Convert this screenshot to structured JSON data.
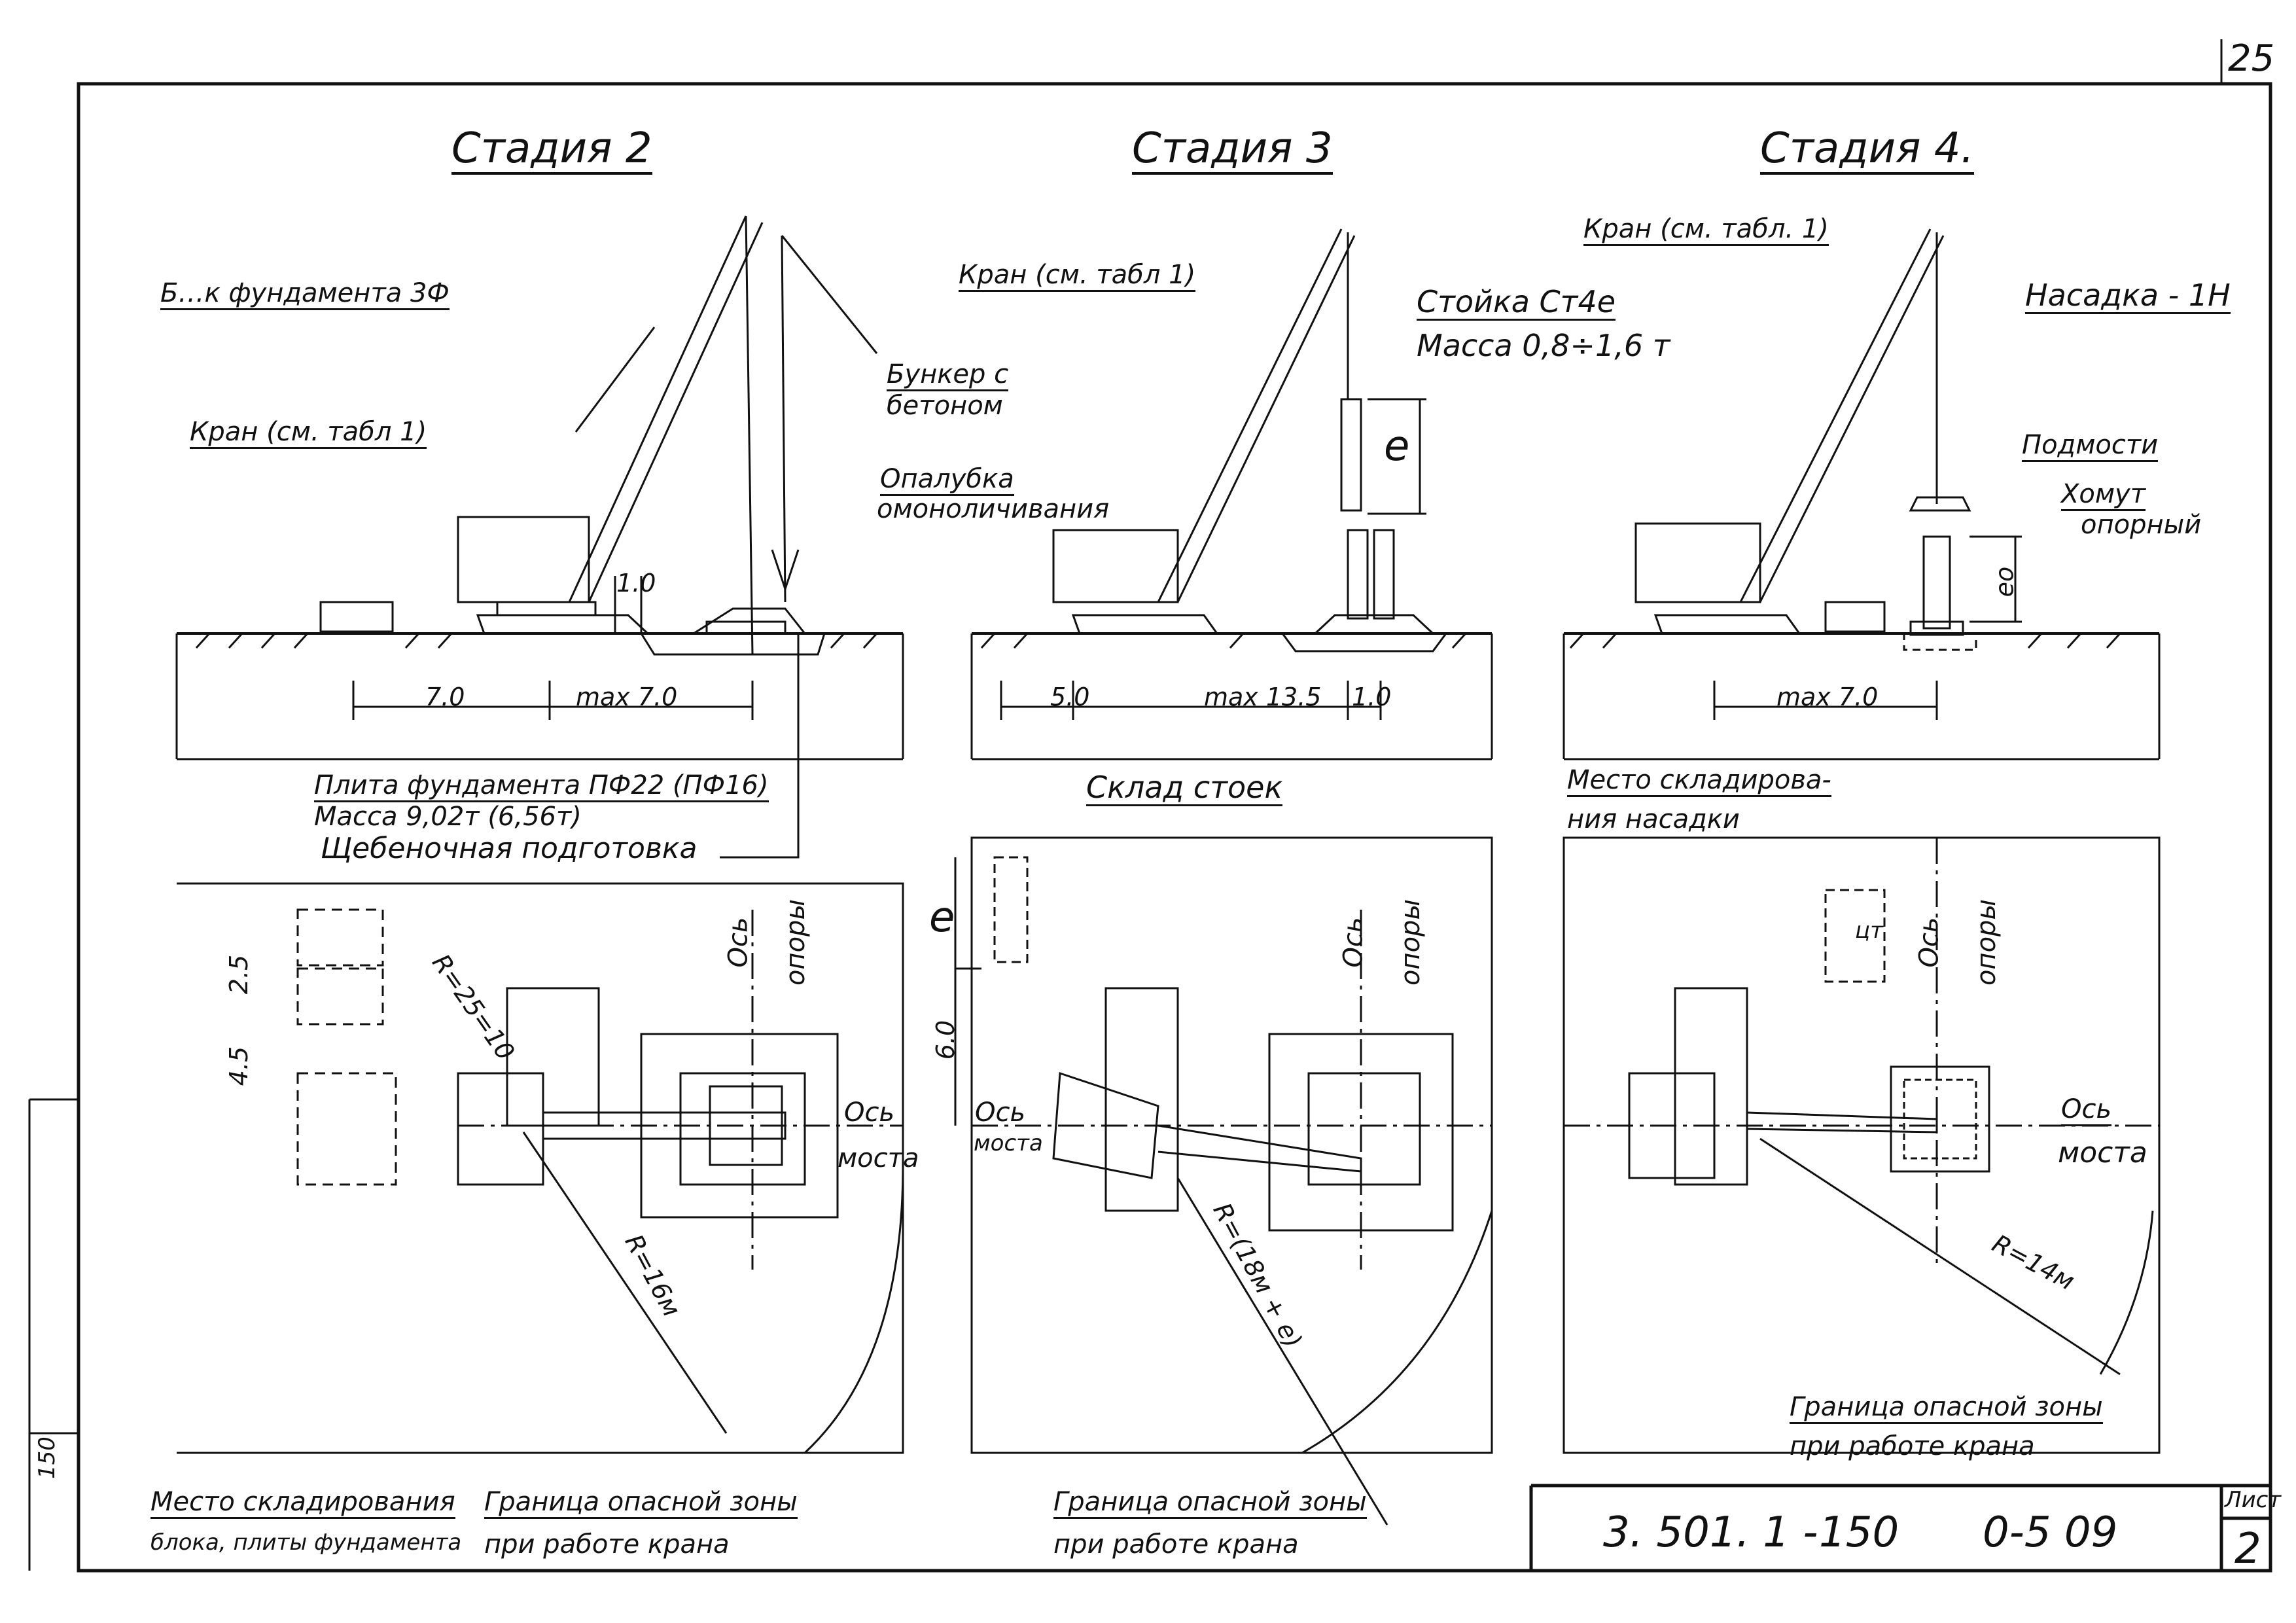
{
  "sheet": {
    "page_number": "25",
    "side_stamp": "150",
    "code": "3. 501. 1 -",
    "series": "150",
    "issue": "0-5 09",
    "list_label": "Лист",
    "list_number": "2"
  },
  "stage2": {
    "title": "Стадия 2",
    "block_label": "Б…к фундамента 3Ф",
    "crane_label": "Кран (см. табл 1)",
    "bunker_label": "Бункер с",
    "bunker_label2": "бетоном",
    "formwork_label": "Опалубка",
    "formwork_label2": "омоноличивания",
    "height": "1.0",
    "dim1": "7.0",
    "dim2": "max 7.0",
    "slab_label": "Плита фундамента ПФ22 (ПФ16)",
    "mass_label": "Масса 9,02т (6,56т)",
    "gravel_label": "Щебеночная подготовка",
    "dim_25": "2.5",
    "dim_45": "4.5",
    "radius_small": "R=25=10",
    "radius": "R=16м",
    "axis_support": "Ось",
    "axis_support2": "опоры",
    "axis_bridge": "Ось",
    "axis_bridge2": "моста",
    "storage_label": "Место складирования",
    "storage_label2": "блока, плиты фундамента",
    "zone_label": "Граница опасной зоны",
    "zone_label2": "при работе крана"
  },
  "stage3": {
    "title": "Стадия 3",
    "crane_label": "Кран (см. табл 1)",
    "column_label": "Стойка Ст4е",
    "mass_label": "Масса 0,8÷1,6 т",
    "len": "е",
    "dim1": "5.0",
    "dim2": "max 13.5",
    "dim3": "1.0",
    "storage_label": "Склад стоек",
    "dim_e": "е",
    "dim_60": "6.0",
    "axis_support": "Ось",
    "axis_support2": "опоры",
    "axis_bridge": "Ось",
    "axis_bridge2": "моста",
    "radius": "R=(18м + е)",
    "zone_label": "Граница опасной зоны",
    "zone_label2": "при работе крана"
  },
  "stage4": {
    "title": "Стадия 4.",
    "crane_label": "Кран (см. табл. 1)",
    "cap_label": "Насадка - 1Н",
    "scaffold_label": "Подмости",
    "clamp_label": "Хомут",
    "clamp_label2": "опорный",
    "height": "ео",
    "dim1": "max 7.0",
    "storage_label": "Место складирова-",
    "storage_label2": "ния насадки",
    "axis_support": "Ось",
    "axis_support2": "опоры",
    "axis_bridge": "Ось",
    "axis_bridge2": "моста",
    "cm_label": "цт",
    "radius": "R=14м",
    "zone_label": "Граница опасной зоны",
    "zone_label2": "при работе крана"
  }
}
